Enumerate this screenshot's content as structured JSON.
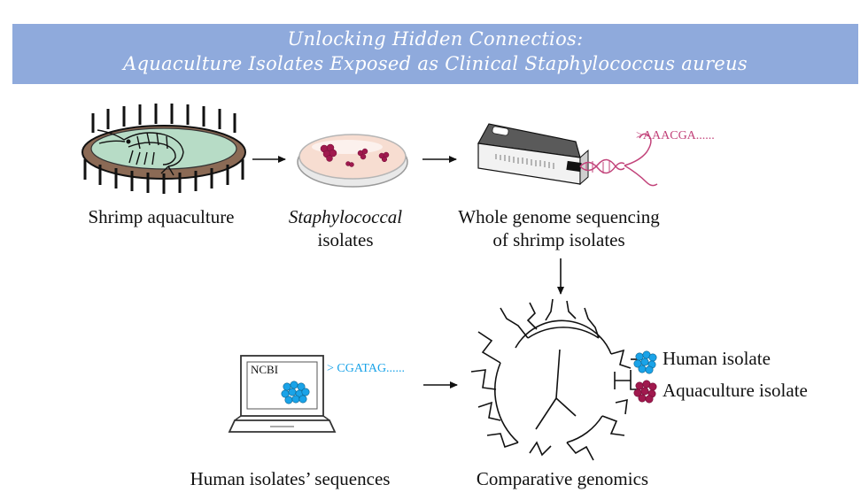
{
  "title": {
    "line1": "Unlocking Hidden Connectios:",
    "line2": "Aquaculture Isolates Exposed as Clinical Staphylococcus aureus"
  },
  "labels": {
    "shrimp_aquaculture": "Shrimp aquaculture",
    "staph_line1": "Staphylococcal",
    "staph_line2": "isolates",
    "wgs_line1": "Whole genome sequencing",
    "wgs_line2": "of shrimp isolates",
    "human_sequences": "Human isolates’ sequences",
    "comparative_genomics": "Comparative genomics",
    "human_isolate": "Human isolate",
    "aquaculture_isolate": "Aquaculture isolate",
    "ncbi": "NCBI"
  },
  "sequences": {
    "shrimp_read": ">AAACGA......",
    "human_read": "> CGATAG......"
  },
  "colors": {
    "banner": "#8faadc",
    "human_cluster": "#1aa3e8",
    "aquaculture_cluster": "#a0194e",
    "dna": "#c2437a",
    "pond_water": "#b7dcc6",
    "pond_rim": "#8b6a55"
  }
}
